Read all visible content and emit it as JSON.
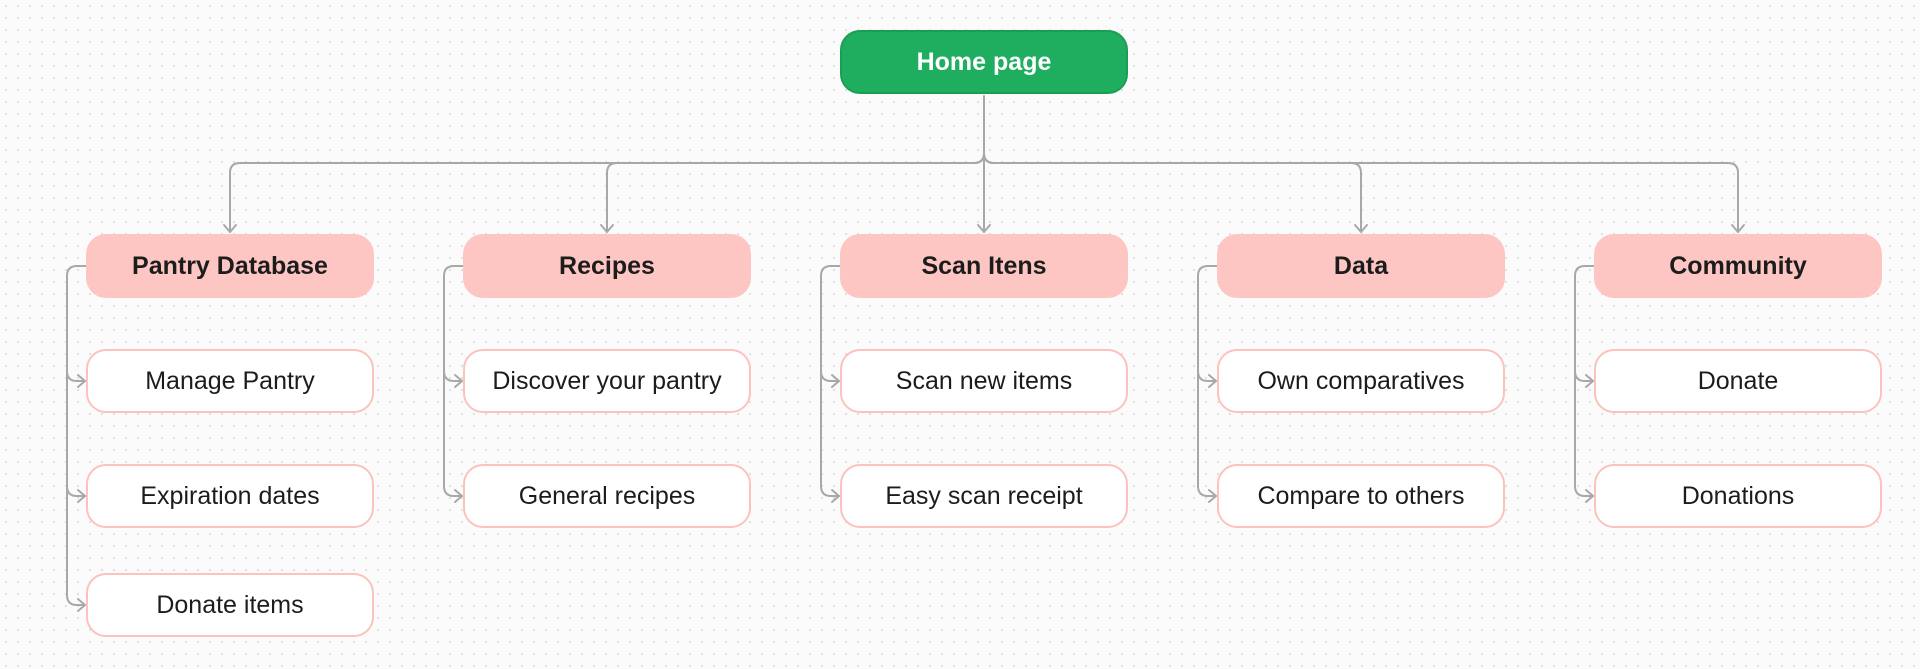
{
  "root": {
    "label": "Home page"
  },
  "columns": [
    {
      "category": "Pantry Database",
      "items": [
        "Manage Pantry",
        "Expiration dates",
        "Donate items"
      ]
    },
    {
      "category": "Recipes",
      "items": [
        "Discover your pantry",
        "General recipes"
      ]
    },
    {
      "category": "Scan Itens",
      "items": [
        "Scan new items",
        "Easy scan receipt"
      ]
    },
    {
      "category": "Data",
      "items": [
        "Own comparatives",
        "Compare to others"
      ]
    },
    {
      "category": "Community",
      "items": [
        "Donate",
        "Donations"
      ]
    }
  ],
  "colors": {
    "root_fill": "#1fae5f",
    "category_fill": "#fdc6c2",
    "item_border": "#fbc3be",
    "connector": "#a8a8a8"
  }
}
